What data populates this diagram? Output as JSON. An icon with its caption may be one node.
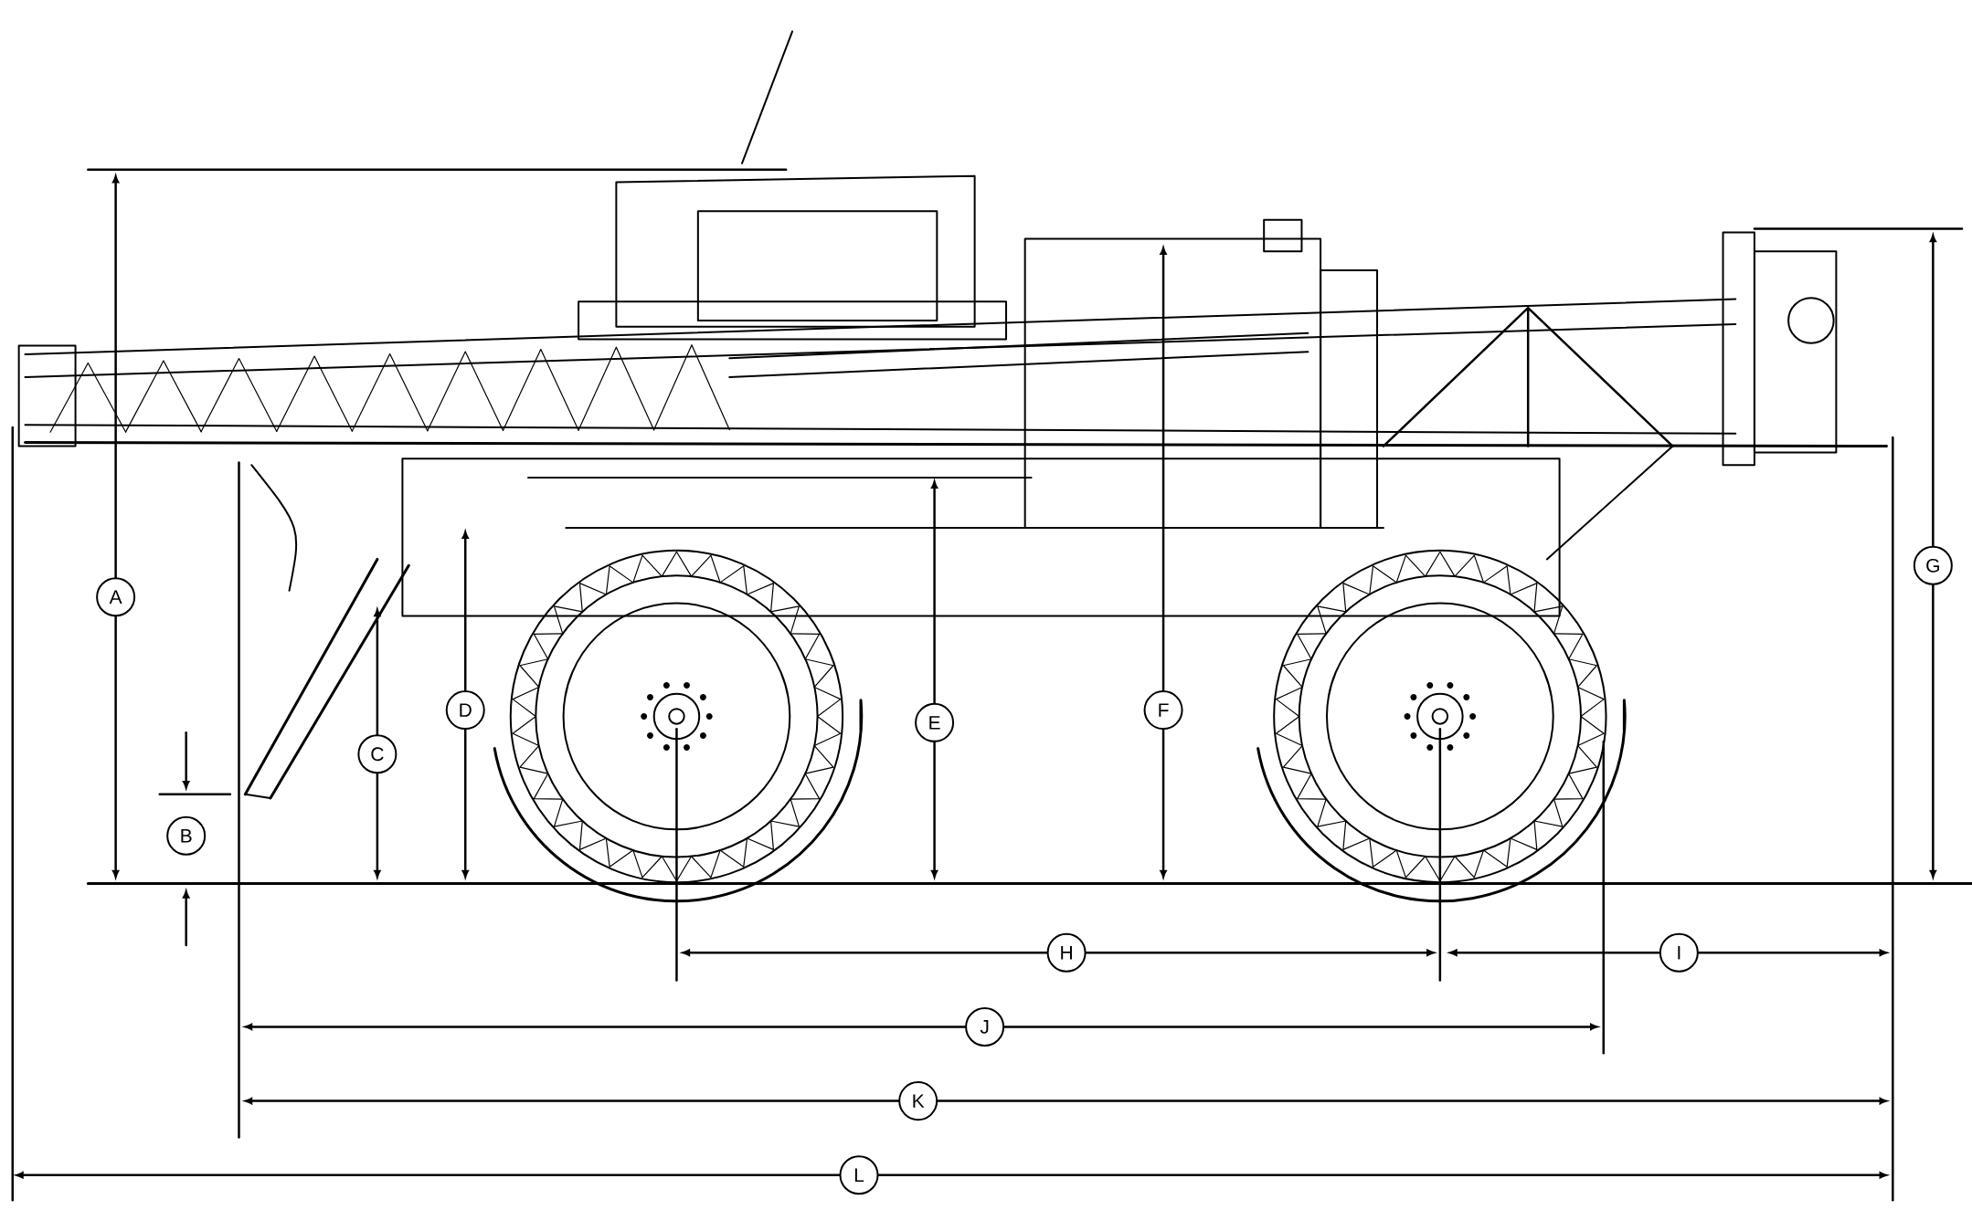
{
  "diagram": {
    "labels": [
      "A",
      "B",
      "C",
      "D",
      "E",
      "F",
      "G",
      "H",
      "I",
      "J",
      "K",
      "L"
    ]
  }
}
